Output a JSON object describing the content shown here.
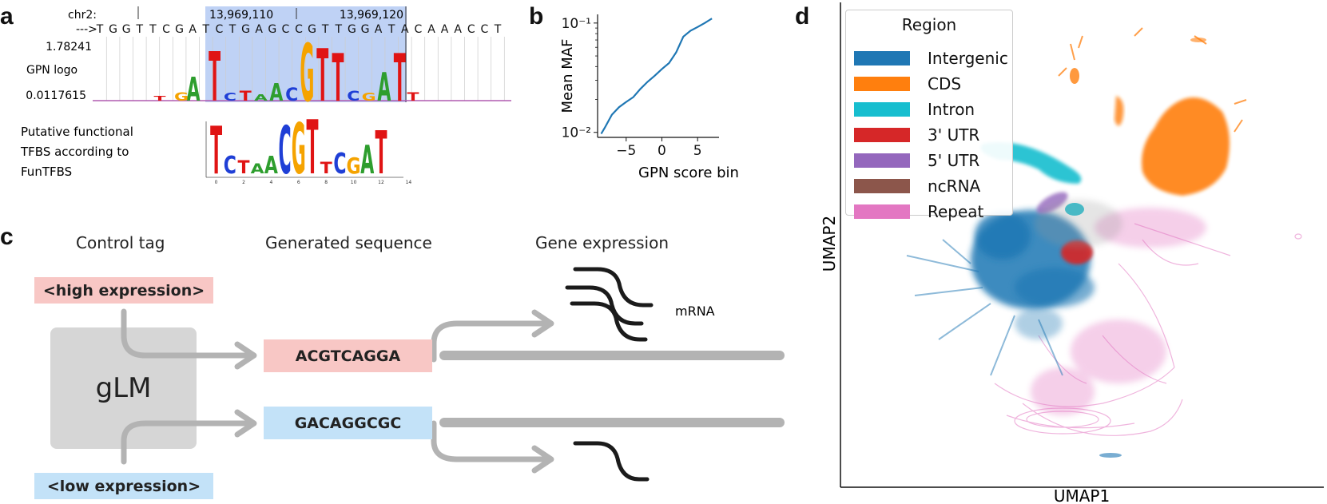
{
  "panel_labels": {
    "a": "a",
    "b": "b",
    "c": "c",
    "d": "d"
  },
  "panel_a": {
    "chr_label": "chr2:",
    "arrow_label": "--->",
    "positions": [
      "13,969,110",
      "13,969,120"
    ],
    "sequence": [
      "T",
      "G",
      "G",
      "T",
      "T",
      "C",
      "G",
      "A",
      "T",
      "C",
      "T",
      "G",
      "A",
      "G",
      "C",
      "C",
      "G",
      "T",
      "T",
      "G",
      "G",
      "A",
      "T",
      "A",
      "C",
      "A",
      "A",
      "A",
      "C",
      "C",
      "T"
    ],
    "logo_axis_top": "1.78241",
    "logo_axis_bottom": "0.0117615",
    "logo_row_label": "GPN logo",
    "motif_heading": [
      "Putative functional",
      "TFBS according to",
      "FunTFBS"
    ],
    "logo_letters": [
      "T",
      "C",
      "T",
      "A",
      "A",
      "C",
      "G",
      "T",
      "T",
      "C",
      "G",
      "A",
      "T"
    ],
    "motif_ticks": [
      "0",
      "2",
      "4",
      "6",
      "8",
      "10",
      "12",
      "14"
    ]
  },
  "panel_b": {
    "chart_data": {
      "type": "line",
      "title": "",
      "xlabel": "GPN score bin",
      "ylabel": "Mean MAF",
      "y_scale": "log",
      "xlim": [
        -9,
        8
      ],
      "ylim": [
        0.009,
        0.12
      ],
      "x_ticks": [
        "−5",
        "0",
        "5"
      ],
      "y_tick_labels": [
        "10⁻¹",
        "10⁻²"
      ],
      "series": [
        {
          "x": [
            -8.5,
            -8,
            -7,
            -6,
            -5,
            -4,
            -3,
            -2,
            -1,
            0,
            1,
            2,
            3,
            4,
            5,
            6,
            7
          ],
          "y": [
            0.0097,
            0.011,
            0.0145,
            0.017,
            0.019,
            0.021,
            0.025,
            0.029,
            0.033,
            0.038,
            0.043,
            0.054,
            0.075,
            0.085,
            0.092,
            0.1,
            0.11
          ]
        }
      ],
      "color": "#1f77b4"
    }
  },
  "panel_c": {
    "headers": {
      "control_tag": "Control tag",
      "generated_sequence": "Generated sequence",
      "gene_expression": "Gene expression"
    },
    "high_tag": "<high expression>",
    "low_tag": "<low expression>",
    "model": "gLM",
    "seq_high": "ACGTCAGGA",
    "seq_low": "GACAGGCGC",
    "mrna_label": "mRNA",
    "colors": {
      "high": "#f8c7c5",
      "low": "#c3e2f8",
      "model": "#d6d6d6",
      "arrow": "#b3b3b3"
    }
  },
  "panel_d": {
    "xlabel": "UMAP1",
    "ylabel": "UMAP2",
    "legend_title": "Region",
    "legend": [
      {
        "label": "Intergenic",
        "color": "#1f77b4"
      },
      {
        "label": "CDS",
        "color": "#ff7f0e"
      },
      {
        "label": "Intron",
        "color": "#17becf"
      },
      {
        "label": "3' UTR",
        "color": "#d62728"
      },
      {
        "label": "5' UTR",
        "color": "#9467bd"
      },
      {
        "label": "ncRNA",
        "color": "#8c564b"
      },
      {
        "label": "Repeat",
        "color": "#e377c2"
      }
    ]
  }
}
